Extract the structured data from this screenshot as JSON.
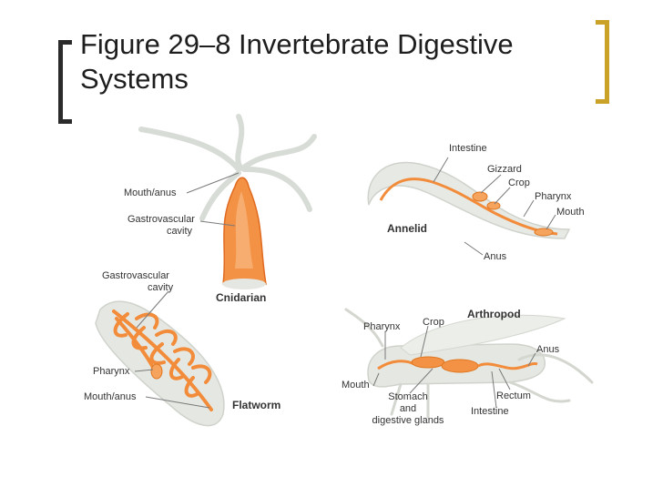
{
  "slide": {
    "title_lines": [
      "Figure 29–8 Invertebrate Digestive",
      "Systems"
    ],
    "accent_color": "#c9a227",
    "organ_color": "#f28c3b"
  },
  "cnidarian": {
    "name": "Cnidarian",
    "mouth_label": "Mouth/anus",
    "cavity_label": [
      "Gastrovascular",
      "cavity"
    ]
  },
  "annelid": {
    "name": "Annelid",
    "labels": {
      "intestine": "Intestine",
      "gizzard": "Gizzard",
      "crop": "Crop",
      "pharynx": "Pharynx",
      "mouth": "Mouth",
      "anus": "Anus"
    }
  },
  "flatworm": {
    "name": "Flatworm",
    "cavity_label": [
      "Gastrovascular",
      "cavity"
    ],
    "pharynx_label": "Pharynx",
    "mouth_label": "Mouth/anus"
  },
  "arthropod": {
    "name": "Arthropod",
    "labels": {
      "pharynx": "Pharynx",
      "crop": "Crop",
      "anus": "Anus",
      "mouth": "Mouth",
      "stomach": [
        "Stomach",
        "and",
        "digestive glands"
      ],
      "rectum": "Rectum",
      "intestine": "Intestine"
    }
  }
}
